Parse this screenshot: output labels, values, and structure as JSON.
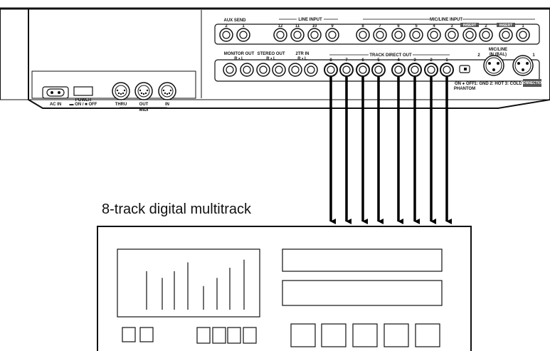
{
  "rear_panel": {
    "aux_send": {
      "label": "AUX SEND",
      "jacks": [
        "2",
        "1"
      ]
    },
    "line_input": {
      "label": "LINE INPUT",
      "jacks": [
        "12",
        "11",
        "10",
        "9"
      ]
    },
    "mic_line_input": {
      "label": "MIC/LINE INPUT",
      "jacks": [
        "8",
        "7",
        "6",
        "5",
        "4",
        "3"
      ],
      "insert_label": "INSERT",
      "ch2": "2",
      "ch1": "1"
    },
    "monitor_out": {
      "label": "MONITOR OUT",
      "sub": "R • L"
    },
    "stereo_out": {
      "label": "STEREO OUT",
      "sub": "R • L"
    },
    "two_tr_in": {
      "label": "2TR IN",
      "sub": "R • L"
    },
    "track_direct_out": {
      "label": "TRACK DIRECT OUT",
      "jacks": [
        "8",
        "7",
        "6",
        "5",
        "4",
        "3",
        "2",
        "1"
      ]
    },
    "xlr": {
      "label": "MIC/LINE",
      "sub": "IN (BAL)",
      "left": "2",
      "right": "1"
    },
    "phantom": {
      "label1": "ON ● OFF",
      "label2": "PHANTOM"
    },
    "pin_legend": {
      "text": "1: GND  2: HOT  3: COLD",
      "badge": "CONNECTION"
    },
    "ac_in": "AC IN",
    "power": {
      "label": "POWER",
      "sub": "▬ ON / ■ OFF"
    },
    "midi": {
      "thru": "THRU",
      "out": "OUT",
      "in": "IN",
      "group": "MIDI"
    }
  },
  "recorder": {
    "title": "8-track digital multitrack",
    "meter_levels": [
      0.57,
      0.47,
      0.57,
      0.7,
      0.35,
      0.47,
      0.62,
      0.74
    ]
  }
}
